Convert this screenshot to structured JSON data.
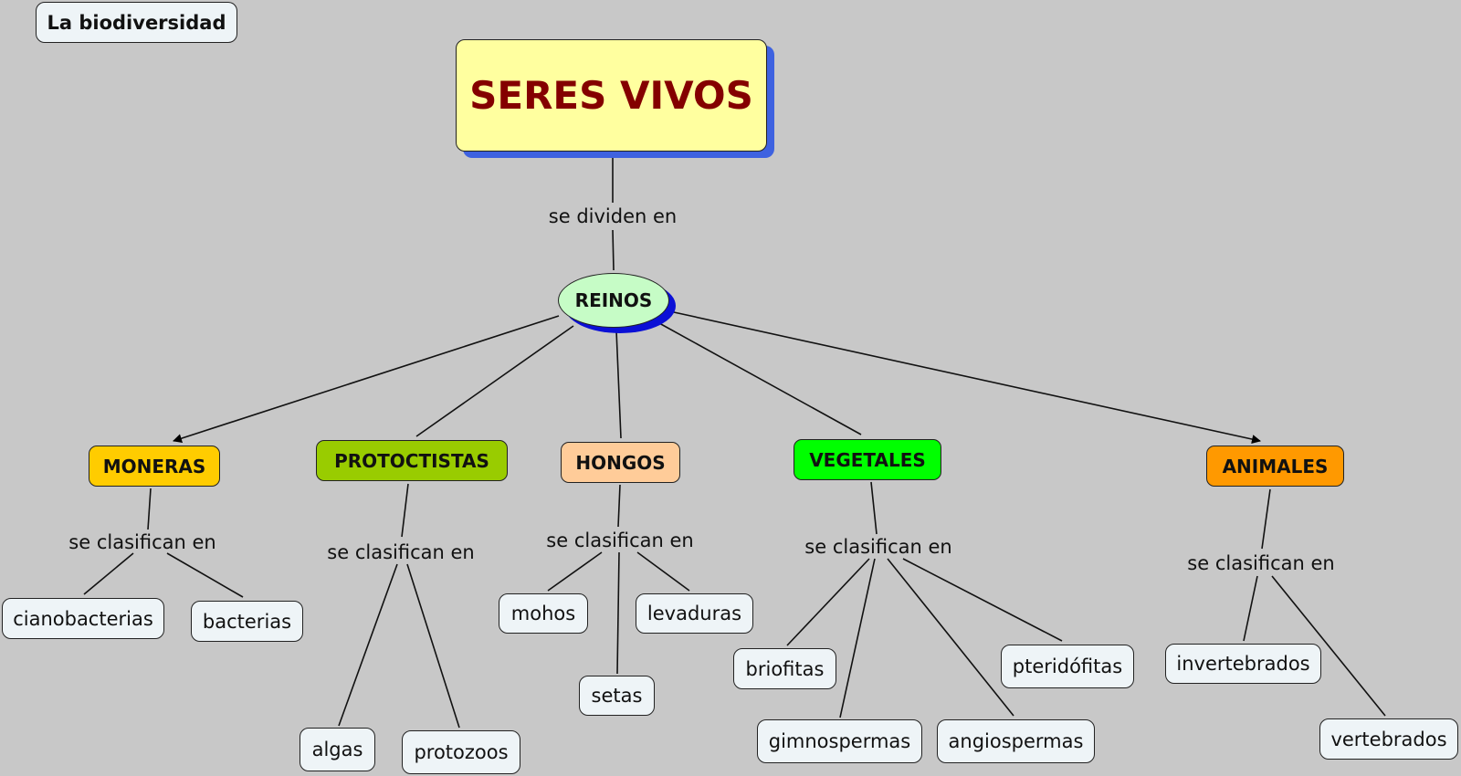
{
  "title": "La biodiversidad",
  "root": "SERES VIVOS",
  "link_root": "se dividen en",
  "reinos": "REINOS",
  "kingdoms": {
    "moneras": {
      "label": "MONERAS",
      "color": "#ffcc00",
      "link": "se clasifican en",
      "children": [
        "cianobacterias",
        "bacterias"
      ]
    },
    "protoctistas": {
      "label": "PROTOCTISTAS",
      "color": "#99cc00",
      "link": "se clasifican en",
      "children": [
        "algas",
        "protozoos"
      ]
    },
    "hongos": {
      "label": "HONGOS",
      "color": "#ffcc99",
      "link": "se clasifican en",
      "children": [
        "mohos",
        "levaduras",
        "setas"
      ]
    },
    "vegetales": {
      "label": "VEGETALES",
      "color": "#00ff00",
      "link": "se clasifican en",
      "children": [
        "briofitas",
        "pteridófitas",
        "gimnospermas",
        "angiospermas"
      ]
    },
    "animales": {
      "label": "ANIMALES",
      "color": "#ff9900",
      "link": "se clasifican en",
      "children": [
        "invertebrados",
        "vertebrados"
      ]
    }
  }
}
